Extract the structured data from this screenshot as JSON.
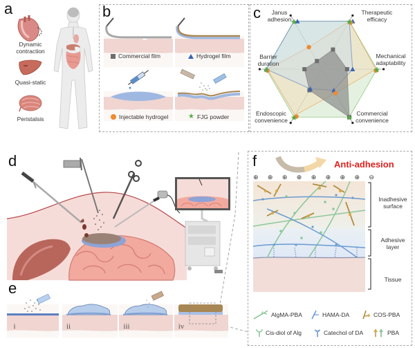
{
  "panels": {
    "a": {
      "letter": "a",
      "organs": [
        {
          "name": "heart",
          "label_line1": "Dynamic",
          "label_line2": "contraction"
        },
        {
          "name": "liver",
          "label_line1": "Quasi-static",
          "label_line2": ""
        },
        {
          "name": "intestine",
          "label_line1": "Peristalsis",
          "label_line2": ""
        }
      ]
    },
    "b": {
      "letter": "b",
      "items": [
        {
          "label": "Commercial film",
          "marker": "square",
          "color": "#6e6e6e"
        },
        {
          "label": "Hydrogel film",
          "marker": "triangle",
          "color": "#3a63b8"
        },
        {
          "label": "Injectable hydrogel",
          "marker": "circle",
          "color": "#ee8a2e"
        },
        {
          "label": "FJG powder",
          "marker": "star",
          "color": "#5aaa48"
        }
      ]
    },
    "c": {
      "letter": "c"
    },
    "d": {
      "letter": "d"
    },
    "e": {
      "letter": "e",
      "steps": [
        "i",
        "ii",
        "iii",
        "iv"
      ]
    },
    "f": {
      "letter": "f",
      "title": "Anti-adhesion",
      "charges": [
        "⊕",
        "⊕",
        "⊕",
        "⊕",
        "⊕",
        "⊕",
        "⊕",
        "⊕",
        "⊖"
      ],
      "layers": [
        {
          "line1": "Inadhesive",
          "line2": "surface"
        },
        {
          "line1": "Adhesive",
          "line2": "layer"
        },
        {
          "line1": "Tissue",
          "line2": ""
        }
      ],
      "legend_row1": [
        {
          "label": "AlgMA-PBA",
          "color": "#7fc28f"
        },
        {
          "label": "HAMA-DA",
          "color": "#5b8fc9"
        },
        {
          "label": "COS-PBA",
          "color": "#b08a3e"
        }
      ],
      "legend_row2": [
        {
          "label": "Cis-diol of Alg",
          "color": "#7fc28f"
        },
        {
          "label": "Catechol of DA",
          "color": "#5b8fc9"
        },
        {
          "label": "PBA",
          "color": "#c9962e"
        }
      ]
    }
  },
  "colors": {
    "tissue": "#f2d6d2",
    "hydrogel_blue": "#9fb8e2",
    "powder_brown": "#a88755",
    "accent_red": "#e0201c"
  },
  "chart_data": {
    "type": "radar",
    "title": "",
    "axes": [
      "Therapeutic efficacy",
      "Mechanical adaptability",
      "Commercial convenience",
      "Endoscopic convenience",
      "Barrier duration",
      "Janus adhesion"
    ],
    "range": [
      0,
      1
    ],
    "series": [
      {
        "name": "Commercial film",
        "marker": "square",
        "color": "#6e6e6e",
        "fill": "#8c8c8c",
        "values": [
          0.41,
          0.46,
          1.0,
          0.44,
          0.31,
          0.17
        ]
      },
      {
        "name": "Hydrogel film",
        "marker": "triangle",
        "color": "#3a63b8",
        "fill": "#c8d9ee",
        "values": [
          1.0,
          0.56,
          0.44,
          0.41,
          1.0,
          1.0
        ]
      },
      {
        "name": "Injectable hydrogel",
        "marker": "circle",
        "color": "#ee8a2e",
        "fill": "#f3dcb4",
        "values": [
          1.0,
          0.98,
          0.5,
          0.96,
          0.98,
          0.46
        ]
      },
      {
        "name": "FJG powder",
        "marker": "star",
        "color": "#5aaa48",
        "fill": "#cfe5c6",
        "values": [
          1.0,
          1.0,
          1.0,
          1.0,
          1.0,
          1.0
        ]
      }
    ],
    "legend": "panel-b"
  }
}
